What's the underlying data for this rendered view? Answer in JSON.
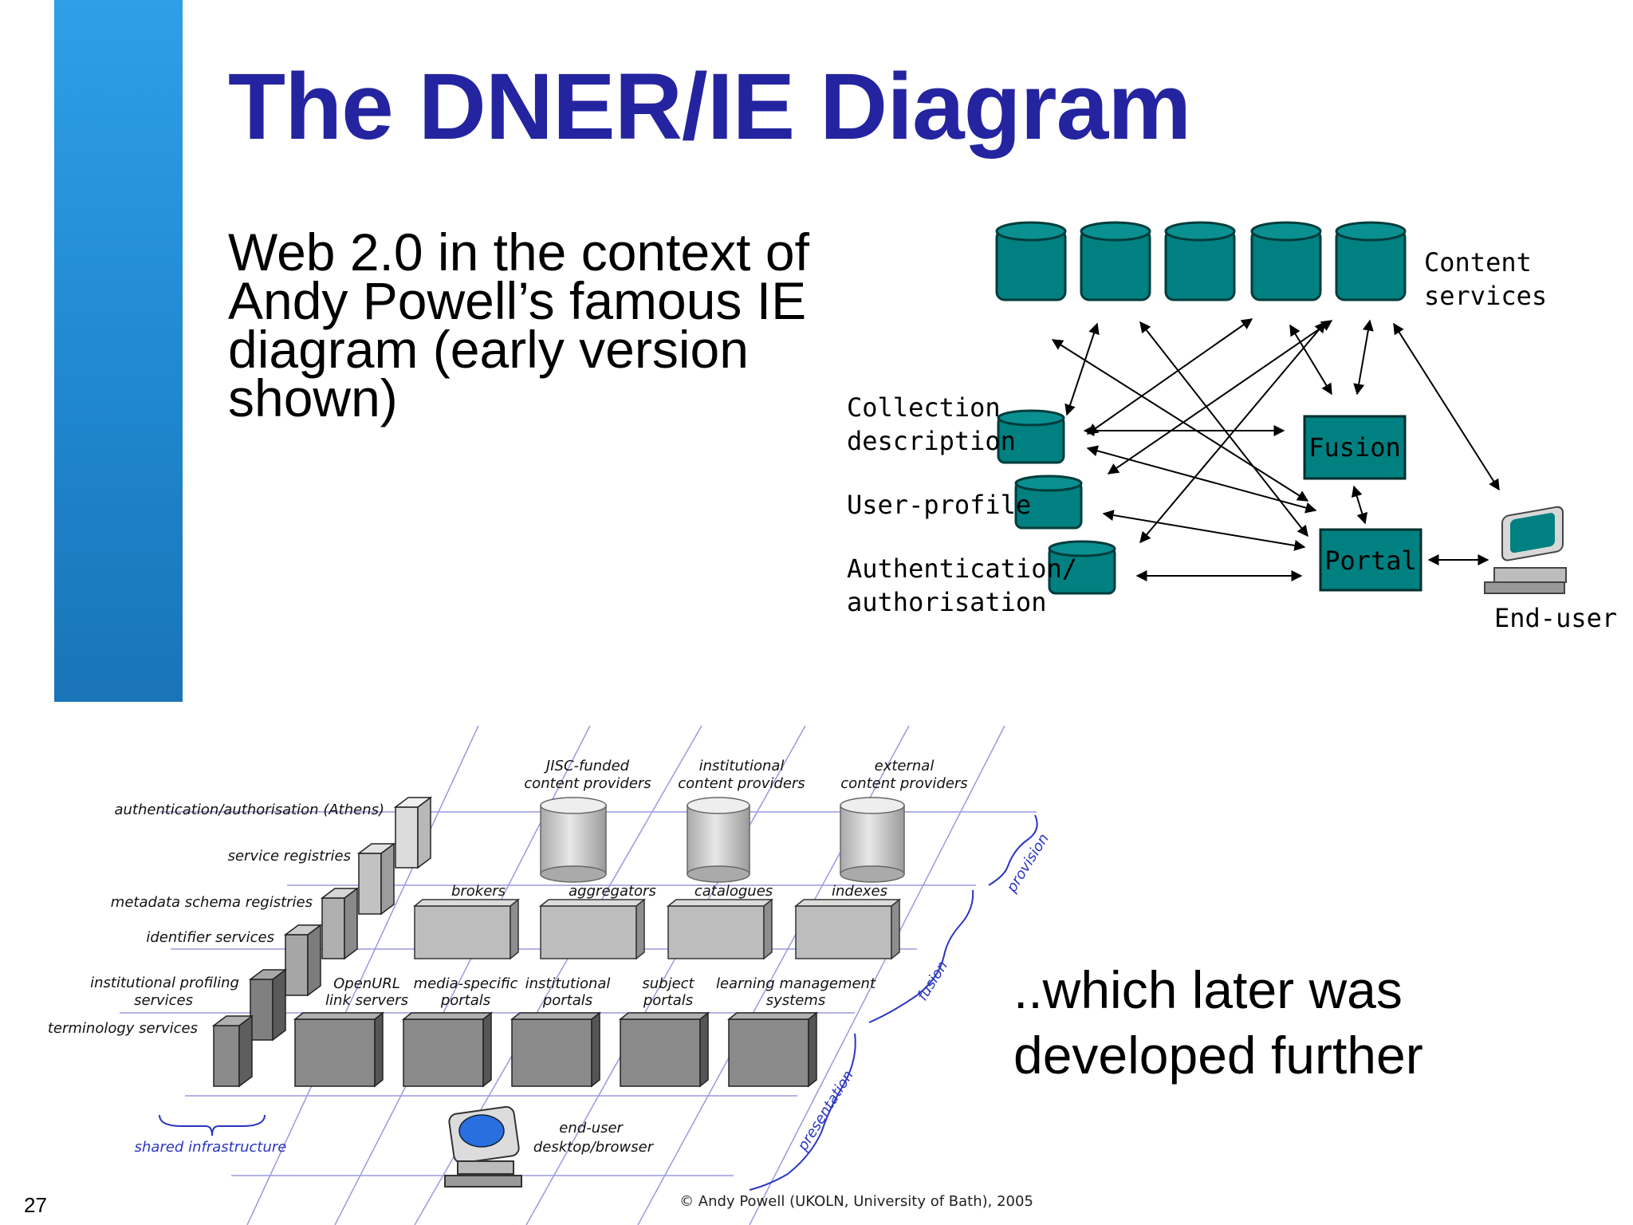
{
  "slide": {
    "title": "The DNER/IE Diagram",
    "intro": "Web 2.0 in the context of  Andy Powell’s famous IE diagram (early version shown)",
    "outro": "..which later was developed further",
    "number": "27"
  },
  "ie_diagram": {
    "content_services": [
      "Content",
      "services"
    ],
    "collection_description": [
      "Collection",
      "description"
    ],
    "user_profile": "User-profile",
    "auth": [
      "Authentication/",
      "authorisation"
    ],
    "fusion": "Fusion",
    "portal": "Portal",
    "end_user": "End-user"
  },
  "jisc_diagram": {
    "providers": [
      [
        "JISC-funded",
        "content providers"
      ],
      [
        "institutional",
        "content providers"
      ],
      [
        "external",
        "content providers"
      ]
    ],
    "fusion_services": [
      "brokers",
      "aggregators",
      "catalogues",
      "indexes"
    ],
    "portals": [
      [
        "OpenURL",
        "link servers"
      ],
      [
        "media-specific",
        "portals"
      ],
      [
        "institutional",
        "portals"
      ],
      [
        "subject",
        "portals"
      ],
      [
        "learning management",
        "systems"
      ]
    ],
    "shared_services": [
      "authentication/authorisation (Athens)",
      "service registries",
      "metadata schema registries",
      "identifier services",
      "institutional profiling",
      "services",
      "terminology services"
    ],
    "layers": [
      "provision",
      "fusion",
      "presentation"
    ],
    "shared_label": "shared infrastructure",
    "end_user": [
      "end-user",
      "desktop/browser"
    ],
    "credit": "© Andy Powell (UKOLN, University of Bath), 2005"
  },
  "colors": {
    "title": "#2424a0",
    "sidebar": "#1f88cf",
    "teal": "#008080",
    "grey_box": "#8a8a8a",
    "guide_lines": "#9a9ae0"
  }
}
